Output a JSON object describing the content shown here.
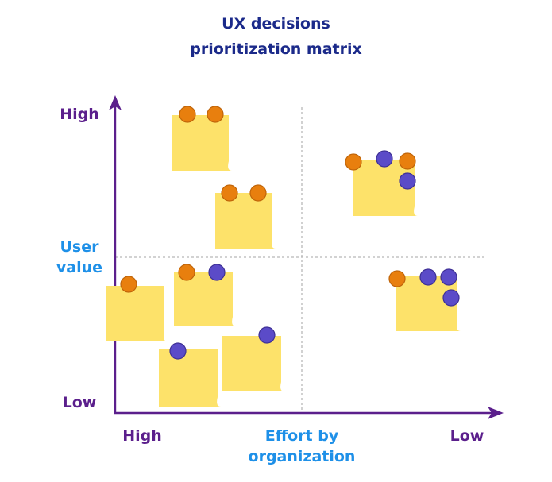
{
  "title": {
    "line1": "UX decisions",
    "line2": "prioritization matrix"
  },
  "y_axis": {
    "high": "High",
    "label_line1": "User",
    "label_line2": "value",
    "low": "Low"
  },
  "x_axis": {
    "high": "High",
    "label_line1": "Effort by",
    "label_line2": "organization",
    "low": "Low"
  },
  "colors": {
    "axis": "#5b1f8c",
    "axis_end_labels": "#5b1f8c",
    "axis_center_labels": "#1e90e8",
    "title": "#1b2a8a",
    "sticky_note": "#fde26a",
    "orange_dot": "#e87f0e",
    "purple_dot": "#5b4bc8",
    "divider": "#b8b8b8"
  },
  "notes": [
    {
      "quadrant": "high-value high-effort",
      "orange_dots": 2,
      "purple_dots": 0
    },
    {
      "quadrant": "high-value high-effort",
      "orange_dots": 2,
      "purple_dots": 0
    },
    {
      "quadrant": "high-value low-effort",
      "orange_dots": 2,
      "purple_dots": 2
    },
    {
      "quadrant": "low-value high-effort",
      "orange_dots": 1,
      "purple_dots": 0
    },
    {
      "quadrant": "low-value high-effort",
      "orange_dots": 1,
      "purple_dots": 1
    },
    {
      "quadrant": "low-value high-effort",
      "orange_dots": 0,
      "purple_dots": 1
    },
    {
      "quadrant": "low-value high-effort",
      "orange_dots": 0,
      "purple_dots": 1
    },
    {
      "quadrant": "low-value low-effort",
      "orange_dots": 1,
      "purple_dots": 3
    }
  ]
}
